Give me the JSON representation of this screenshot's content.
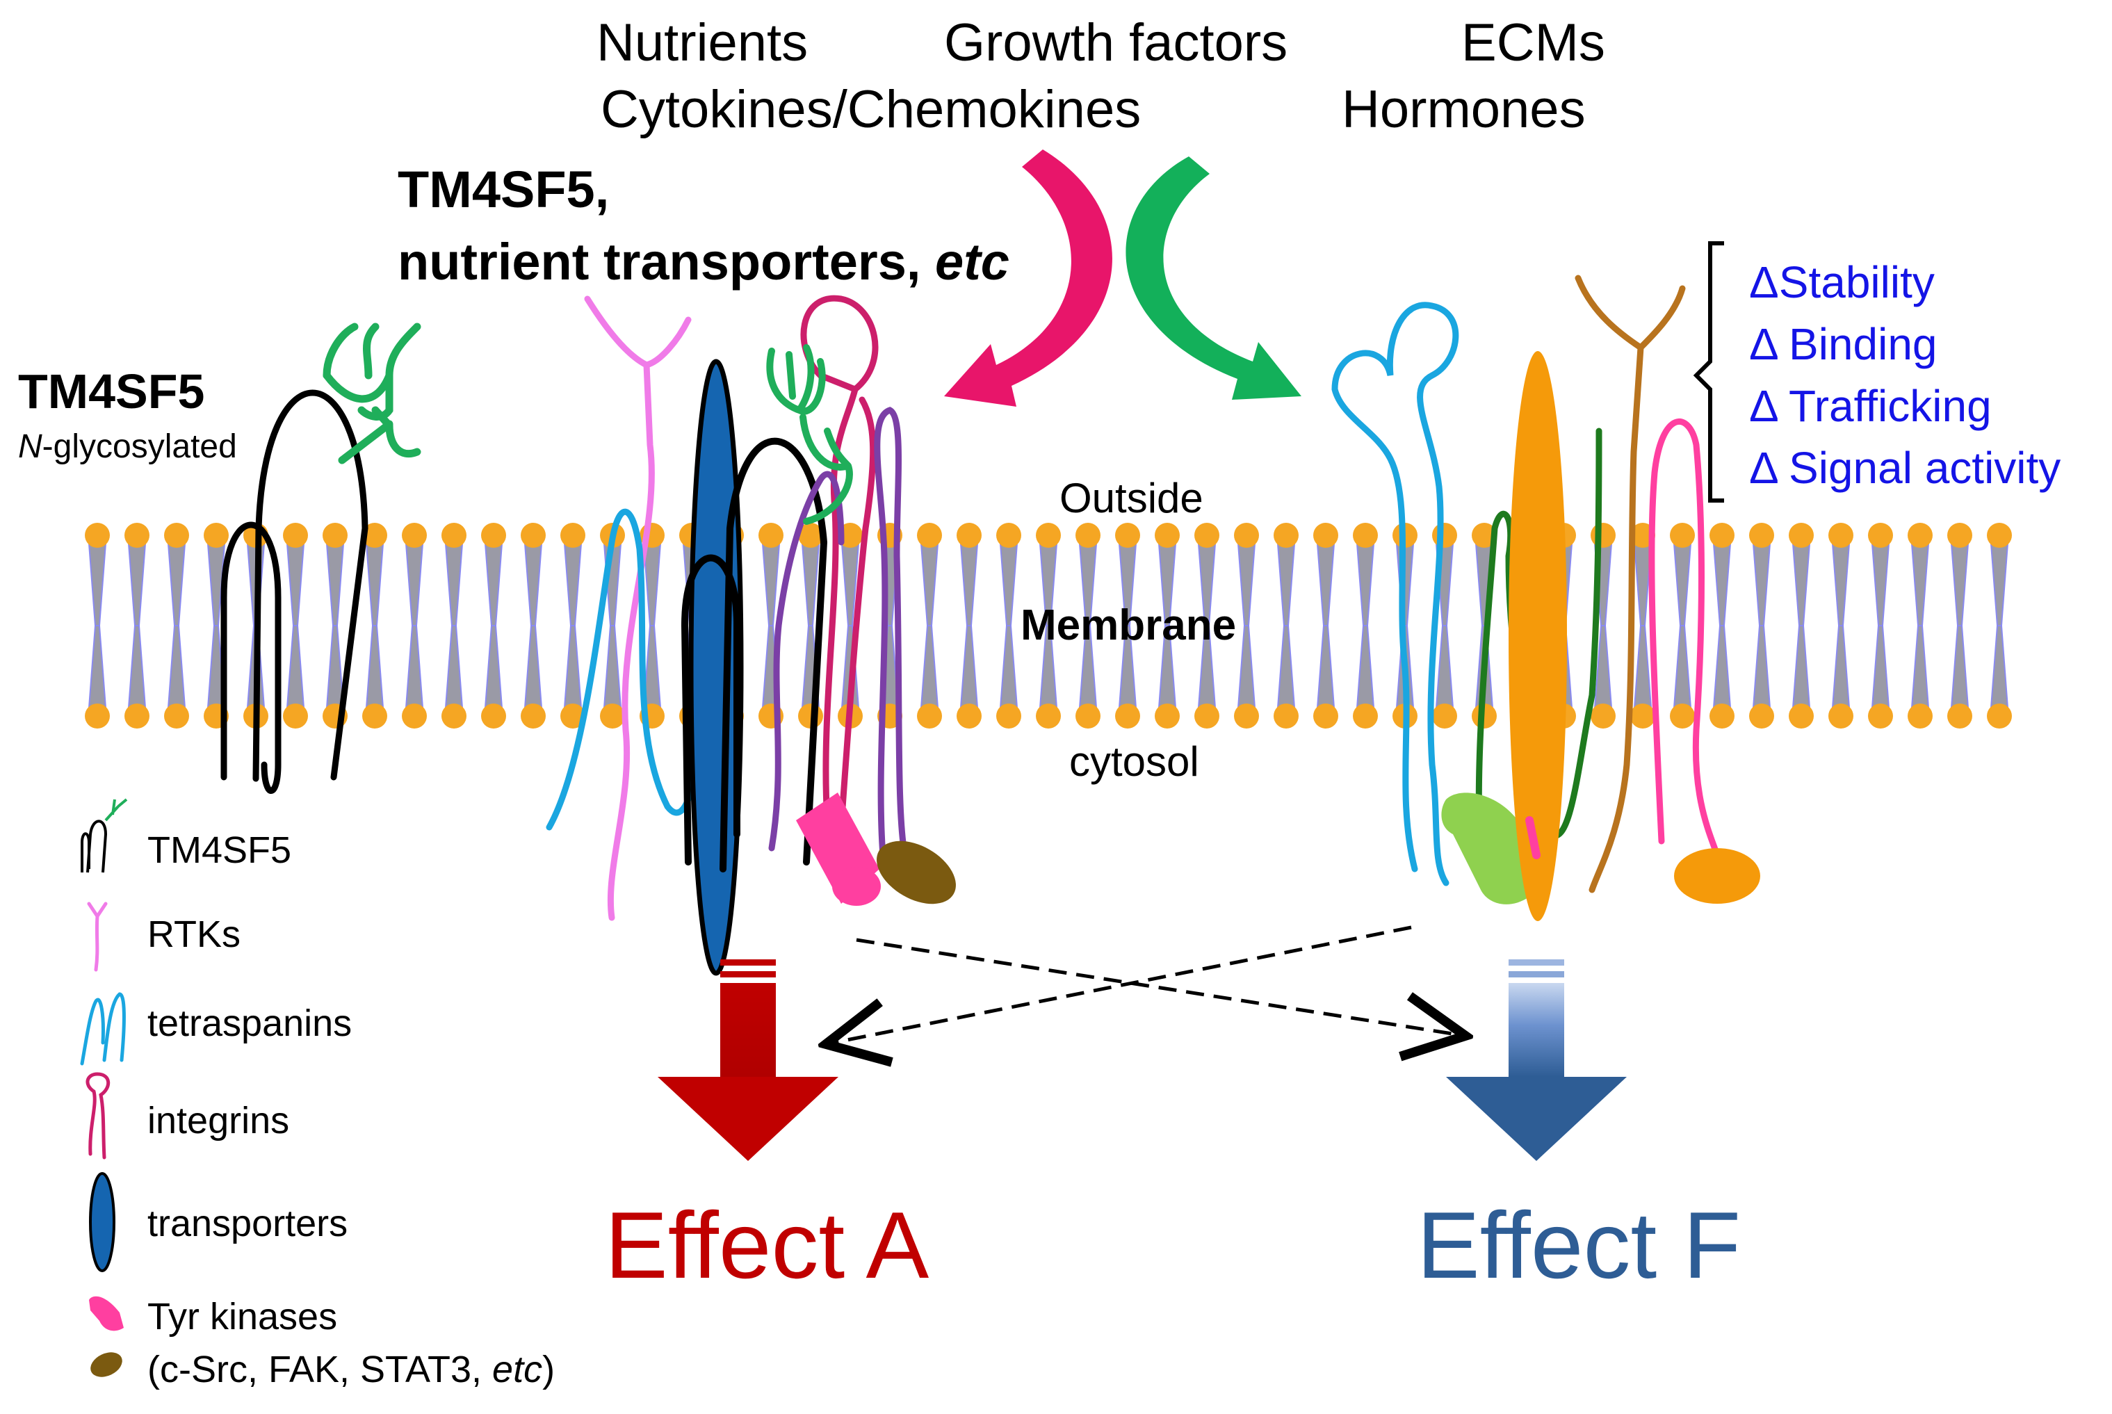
{
  "signals": {
    "nutrients": "Nutrients",
    "growth_factors": "Growth factors",
    "ecms": "ECMs",
    "cytokines": "Cytokines/Chemokines",
    "hormones": "Hormones"
  },
  "complex_title": {
    "line1": "TM4SF5,",
    "line2_main": "nutrient transporters, ",
    "line2_italic": "etc"
  },
  "tm4sf5_label": {
    "title": "TM4SF5",
    "sub_italic": "N",
    "sub_rest": "-glycosylated"
  },
  "membrane": {
    "outside": "Outside",
    "membrane": "Membrane",
    "cytosol": "cytosol"
  },
  "changes": [
    "ΔStability",
    "Δ Binding",
    "Δ Trafficking",
    "Δ Signal activity"
  ],
  "legend": {
    "tm4sf5": "TM4SF5",
    "rtks": "RTKs",
    "tetraspanins": "tetraspanins",
    "integrins": "integrins",
    "transporters": "transporters",
    "tyr_kinases": "Tyr kinases",
    "kinase_examples_main": "(c-Src, FAK, STAT3, ",
    "kinase_examples_italic": "etc",
    "kinase_examples_end": ")"
  },
  "effects": {
    "a": "Effect A",
    "f": "Effect F"
  },
  "colors": {
    "effect_a": "#c00000",
    "effect_f": "#2e5d95",
    "delta_text": "#1414e6",
    "lipid_head": "#f5a623",
    "lipid_tail": "#9a9aa6",
    "glycan": "#1fae5a",
    "rtk": "#f07be8",
    "tetraspanin": "#1aa6e0",
    "integrin": "#cc1f6b",
    "transporter": "#1565b0",
    "tyr_kinase": "#ff3fa0",
    "kinase_brown": "#7b5a10",
    "green_kinase": "#8fd14f",
    "orange_transporter": "#f59a0a",
    "brown_rtk": "#b8731e",
    "purple_protein": "#7b3fa6",
    "darkgreen_protein": "#1e7a1e",
    "magenta_arc": "#e8156a",
    "green_arc": "#13b05a"
  }
}
